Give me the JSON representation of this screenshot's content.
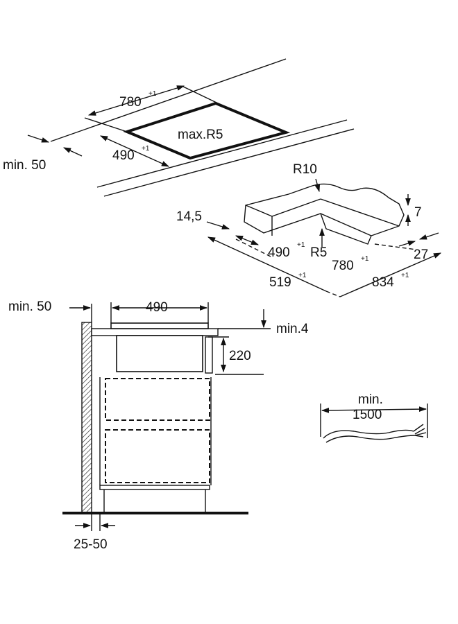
{
  "labels": {
    "cutout_width": "780",
    "cutout_width_tol": "+1",
    "max_radius": "max.R5",
    "cutout_depth": "490",
    "cutout_depth_tol": "+1",
    "min_front": "min. 50",
    "r10": "R10",
    "d14_5": "14,5",
    "d7": "7",
    "flush_490": "490",
    "flush_490_tol": "+1",
    "r5": "R5",
    "flush_780": "780",
    "flush_780_tol": "+1",
    "d27": "27",
    "d519": "519",
    "d519_tol": "+1",
    "d834": "834",
    "d834_tol": "+1",
    "side_min50": "min. 50",
    "side_490": "490",
    "min4": "min.4",
    "d220": "220",
    "d25_50": "25-50",
    "cable_min": "min.",
    "cable_1500": "1500"
  }
}
